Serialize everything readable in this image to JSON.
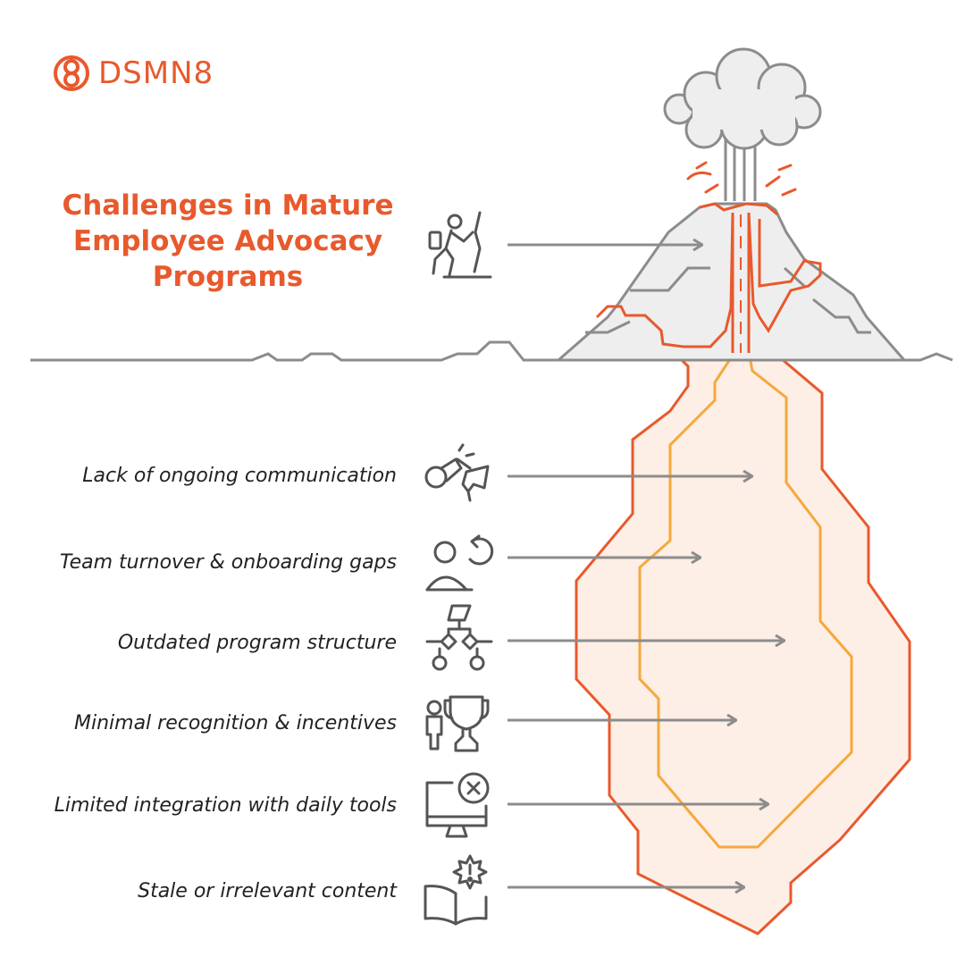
{
  "brand": {
    "name": "DSMN8",
    "logo_icon": "dsmn8-logo-icon",
    "color": "#e8592c"
  },
  "title": {
    "lines": [
      "Challenges in Mature",
      "Employee Advocacy",
      "Programs"
    ]
  },
  "colors": {
    "accent": "#e8592c",
    "magma_inner": "#f5a93b",
    "magma_fill": "#fdeee6",
    "outline_gray": "#8c8c8c",
    "rock_fill": "#eeeeee"
  },
  "visible_challenge": {
    "icon": "climber-icon"
  },
  "challenges": [
    {
      "label": "Lack of ongoing communication",
      "icon": "whistle-megaphone-icon"
    },
    {
      "label": "Team turnover & onboarding gaps",
      "icon": "person-cycle-icon"
    },
    {
      "label": "Outdated program structure",
      "icon": "flowchart-icon"
    },
    {
      "label": "Minimal recognition & incentives",
      "icon": "person-trophy-icon"
    },
    {
      "label": "Limited integration with daily tools",
      "icon": "monitor-error-icon"
    },
    {
      "label": "Stale or irrelevant content",
      "icon": "book-alert-icon"
    }
  ]
}
